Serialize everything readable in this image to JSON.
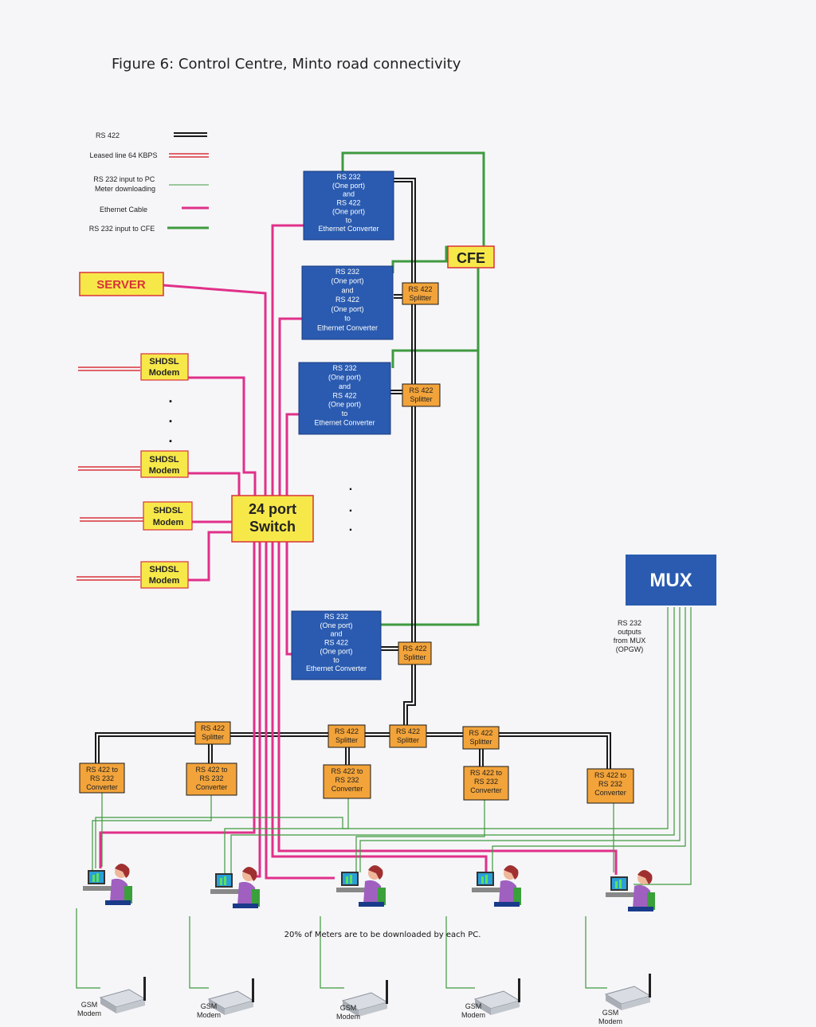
{
  "title": "Figure 6: Control Centre, Minto road connectivity",
  "legend": [
    {
      "label": "RS 422",
      "style": "double-black"
    },
    {
      "label": "Leased line 64 KBPS",
      "style": "double-red"
    },
    {
      "label": "RS 232 input to PC Meter downloading",
      "style": "thin-green"
    },
    {
      "label": "Ethernet Cable",
      "style": "magenta"
    },
    {
      "label": "RS 232 input to CFE",
      "style": "thick-green"
    }
  ],
  "nodes": {
    "server": "SERVER",
    "cfe": "CFE",
    "switch": [
      "24 port",
      "Switch"
    ],
    "mux": "MUX",
    "shdsl": [
      "SHDSL",
      "Modem"
    ],
    "converter_box": [
      "RS 232",
      "(One port)",
      "and",
      "RS 422",
      "(One port)",
      "to",
      "Ethernet Converter"
    ],
    "splitter": [
      "RS 422",
      "Splitter"
    ],
    "rs422_to_rs232": [
      "RS 422 to",
      "RS 232",
      "Converter"
    ],
    "mux_outputs": [
      "RS 232",
      "outputs",
      "from MUX",
      "(OPGW)"
    ],
    "gsm": [
      "GSM",
      "Modem"
    ]
  },
  "ellipsis": ".",
  "caption": "20% of Meters are to be downloaded by each PC.",
  "colors": {
    "rs422": "#1a1a1a",
    "leased": "#d8323a",
    "ethernet": "#e0308a",
    "green": "#3f9a3f",
    "blue_box": "#2a5bb0",
    "yellow_box": "#f7e84a",
    "orange_box": "#f2a33a"
  }
}
